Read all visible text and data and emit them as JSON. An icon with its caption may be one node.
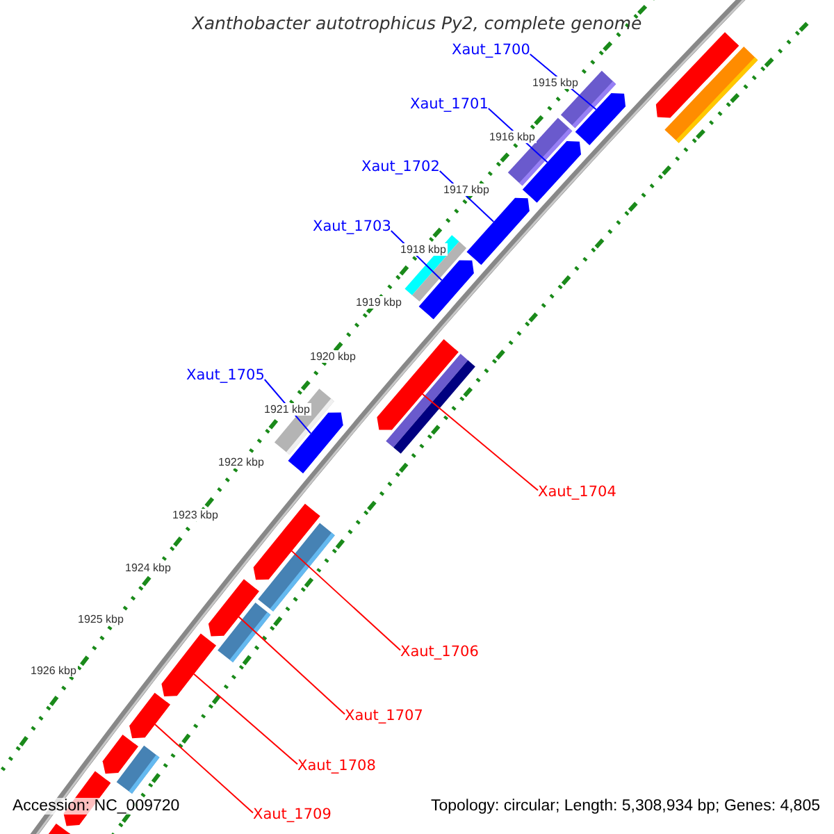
{
  "diagram": {
    "title": "Xanthobacter autotrophicus Py2, complete genome",
    "nodes": [
      {
        "text": [
          "Xaut_1700"
        ]
      },
      {
        "text": [
          "Xaut_1701"
        ]
      },
      {
        "text": [
          "Xaut_1702"
        ]
      },
      {
        "text": [
          "Xaut_1703"
        ]
      },
      {
        "text": [
          "Xaut_1705"
        ]
      },
      {
        "text": [
          "Xaut_1704"
        ]
      },
      {
        "text": [
          "Xaut_1706"
        ]
      },
      {
        "text": [
          "Xaut_1707"
        ]
      },
      {
        "text": [
          "Xaut_1708"
        ]
      },
      {
        "text": [
          "Xaut_1709"
        ]
      },
      {
        "text": [],
        "shape": "arrow"
      },
      {
        "text": [],
        "shape": "bar"
      },
      {
        "text": [],
        "shape": "arrow"
      },
      {
        "text": [],
        "shape": "bar"
      },
      {
        "text": [],
        "shape": "arrow"
      },
      {
        "text": [],
        "shape": "bar"
      },
      {
        "text": [],
        "shape": "arrow"
      },
      {
        "text": [],
        "shape": "bar"
      },
      {
        "text": [],
        "shape": "bar"
      },
      {
        "text": [],
        "shape": "arrow"
      },
      {
        "text": [],
        "shape": "arrow"
      },
      {
        "text": [],
        "shape": "bar"
      },
      {
        "text": [],
        "shape": "bar"
      },
      {
        "text": [],
        "shape": "bar"
      },
      {
        "text": [],
        "shape": "arrow"
      },
      {
        "text": [],
        "shape": "arrow"
      },
      {
        "text": [],
        "shape": "arrow"
      },
      {
        "text": [],
        "shape": "arrow"
      },
      {
        "text": [],
        "shape": "arrow"
      },
      {
        "text": [],
        "shape": "arrow"
      },
      {
        "text": [],
        "shape": "arrow"
      },
      {
        "text": [],
        "shape": "arrow"
      },
      {
        "text": [],
        "shape": "bar"
      },
      {
        "text": [],
        "shape": "bar"
      },
      {
        "text": [],
        "shape": "bar"
      }
    ],
    "edges": [
      {
        "from": 0,
        "to": 12,
        "arrow": "none",
        "color": "#0000ff"
      },
      {
        "from": 1,
        "to": 14,
        "arrow": "none",
        "color": "#0000ff"
      },
      {
        "from": 2,
        "to": 16,
        "arrow": "none",
        "color": "#0000ff"
      },
      {
        "from": 3,
        "to": 19,
        "arrow": "none",
        "color": "#0000ff"
      },
      {
        "from": 4,
        "to": 24,
        "arrow": "none",
        "color": "#0000ff"
      },
      {
        "from": 5,
        "to": 20,
        "arrow": "none",
        "color": "#ff0000"
      },
      {
        "from": 6,
        "to": 25,
        "arrow": "none",
        "color": "#ff0000"
      },
      {
        "from": 7,
        "to": 26,
        "arrow": "none",
        "color": "#ff0000"
      },
      {
        "from": 8,
        "to": 27,
        "arrow": "none",
        "color": "#ff0000"
      },
      {
        "from": 9,
        "to": 28,
        "arrow": "none",
        "color": "#ff0000"
      }
    ],
    "labels": [
      "1915 kbp",
      "1916 kbp",
      "1917 kbp",
      "1918 kbp",
      "1919 kbp",
      "1920 kbp",
      "1921 kbp",
      "1922 kbp",
      "1923 kbp",
      "1924 kbp",
      "1925 kbp",
      "1926 kbp",
      "Accession: NC_009720",
      "Topology: circular; Length: 5,308,934 bp; Genes: 4,805"
    ]
  }
}
